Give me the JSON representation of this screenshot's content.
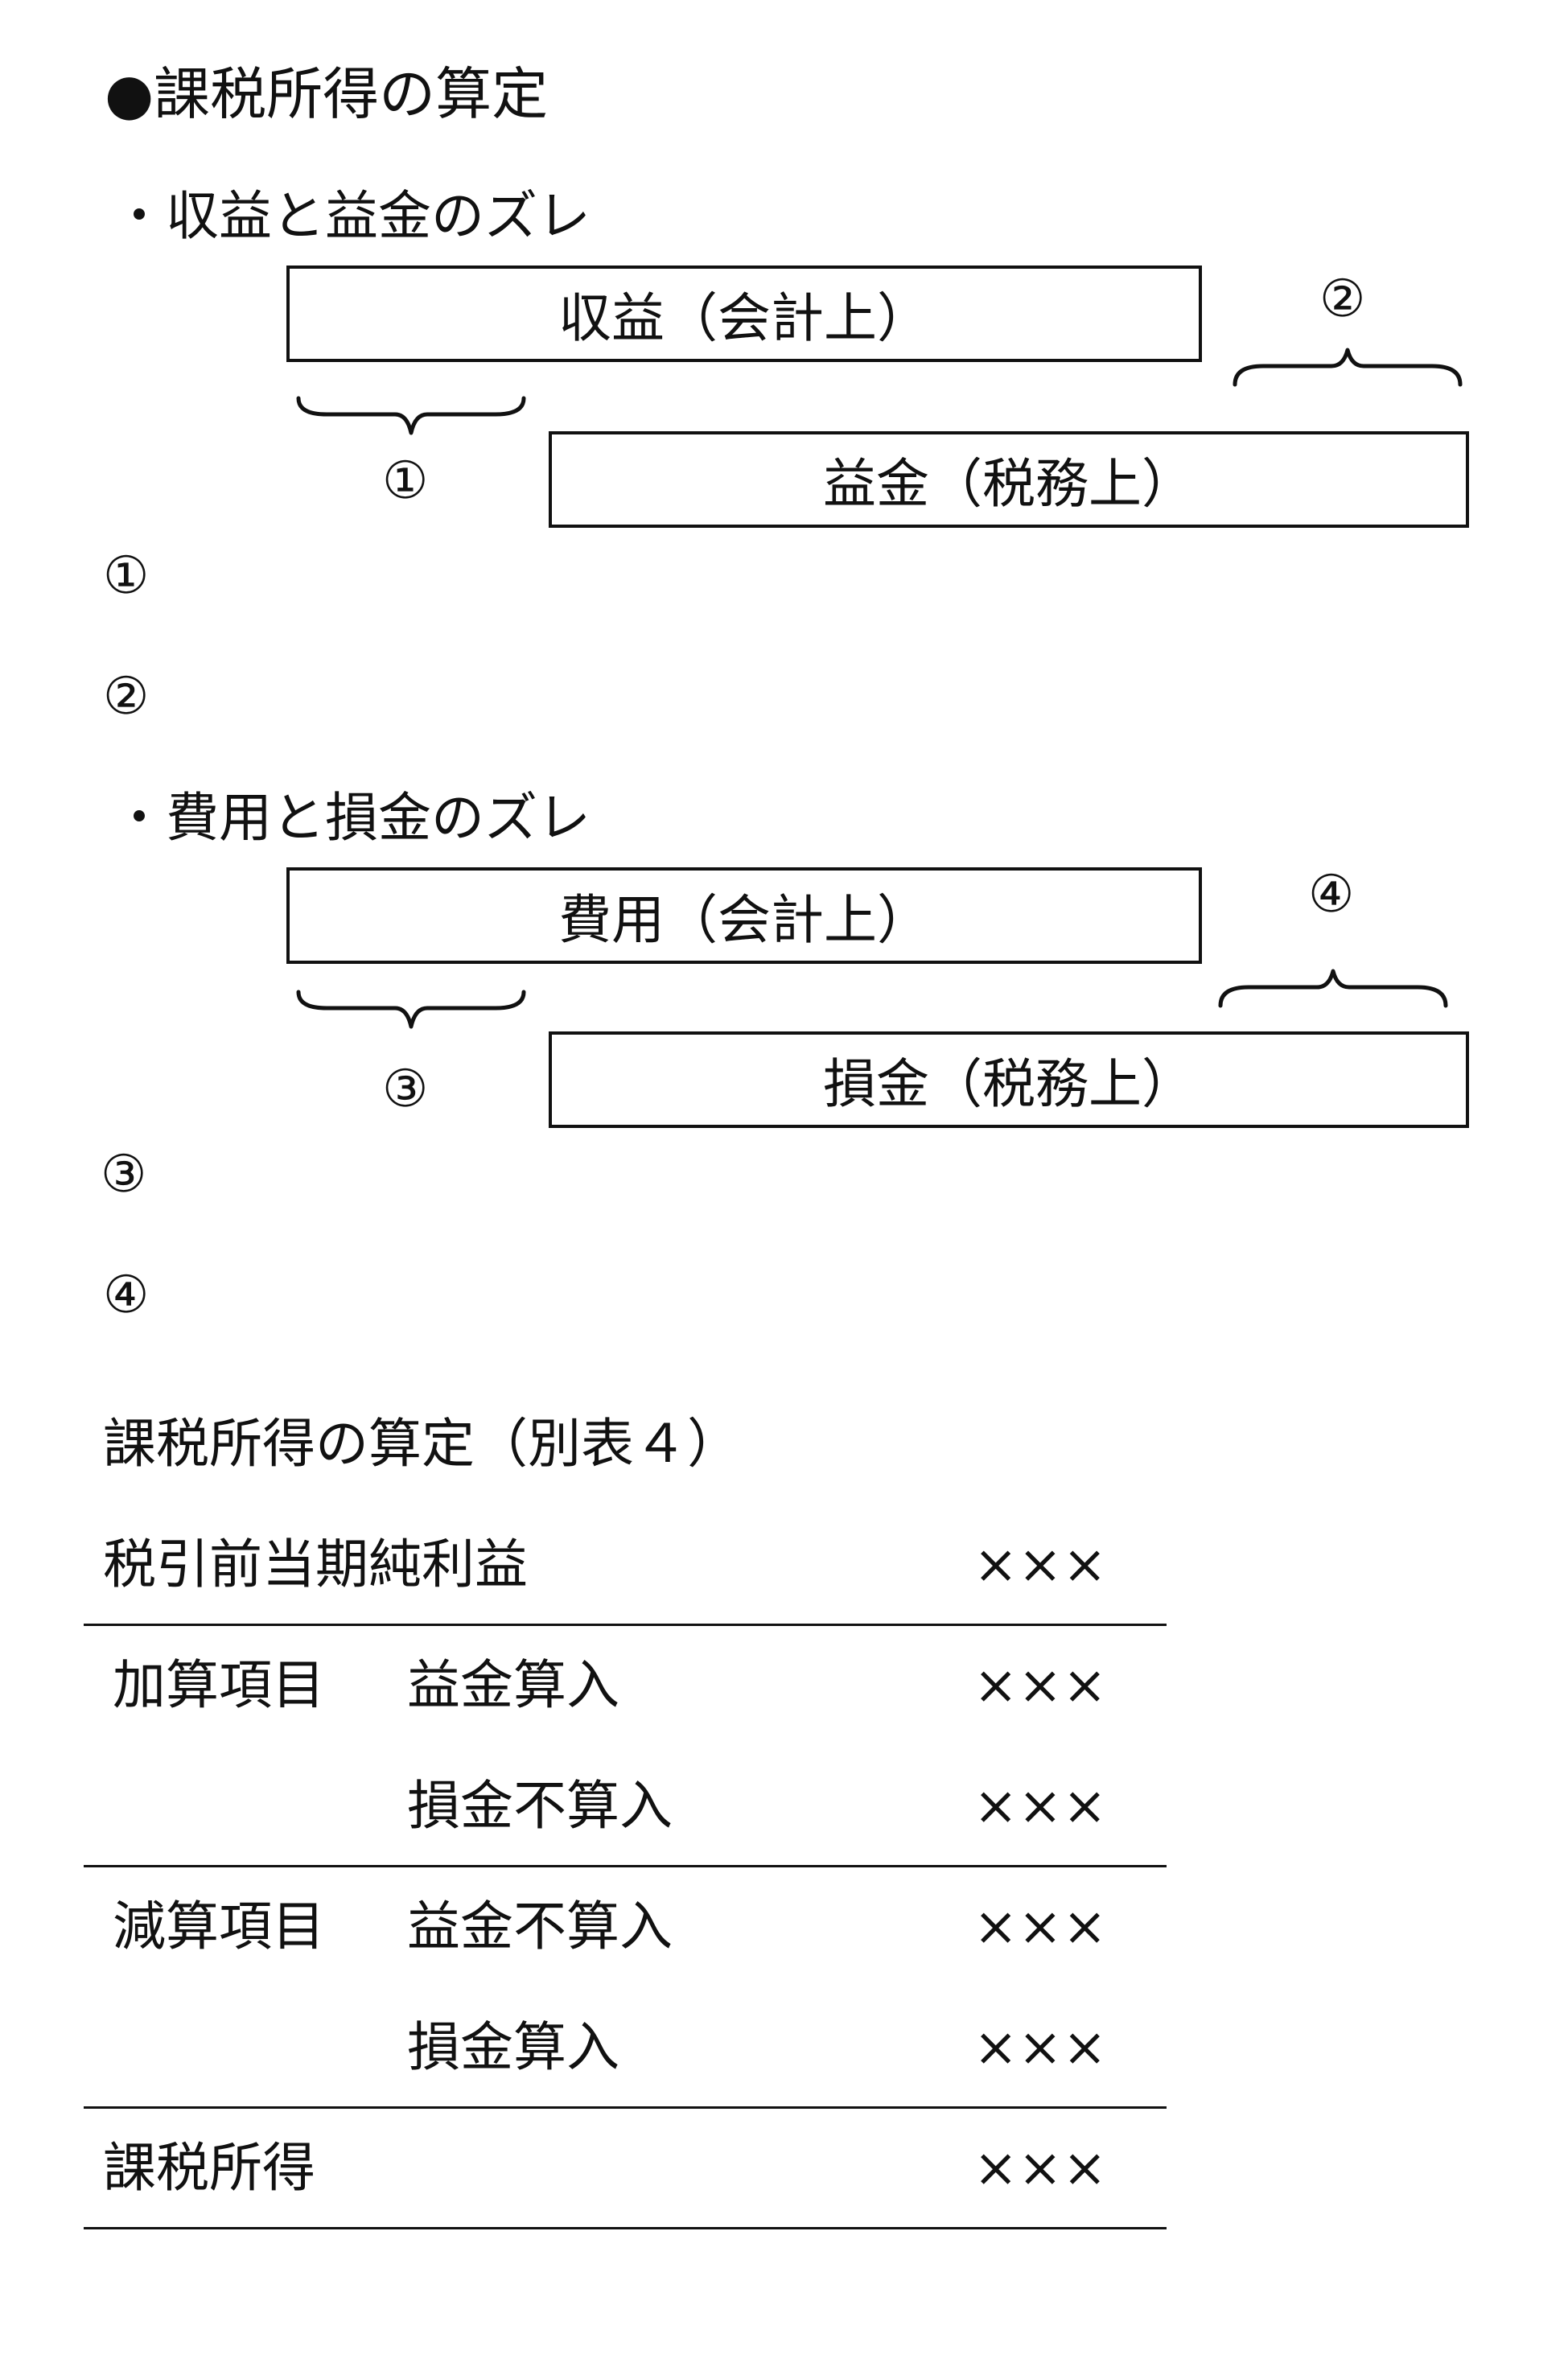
{
  "title": "●課税所得の算定",
  "section1": {
    "heading": "・収益と益金のズレ",
    "box_top": "収益（会計上）",
    "box_bottom": "益金（税務上）",
    "brace_left_label": "①",
    "brace_right_label": "②",
    "item1": "①",
    "item2": "②"
  },
  "section2": {
    "heading": "・費用と損金のズレ",
    "box_top": "費用（会計上）",
    "box_bottom": "損金（税務上）",
    "brace_left_label": "③",
    "brace_right_label": "④",
    "item1": "③",
    "item2": "④"
  },
  "table": {
    "title": "課税所得の算定（別表４）",
    "rows": [
      {
        "label": "税引前当期純利益",
        "sub": "",
        "value": "×××"
      },
      {
        "label": "加算項目",
        "sub": "益金算入",
        "value": "×××"
      },
      {
        "label": "",
        "sub": "損金不算入",
        "value": "×××"
      },
      {
        "label": "減算項目",
        "sub": "益金不算入",
        "value": "×××"
      },
      {
        "label": "",
        "sub": "損金算入",
        "value": "×××"
      },
      {
        "label": "課税所得",
        "sub": "",
        "value": "×××"
      }
    ]
  }
}
